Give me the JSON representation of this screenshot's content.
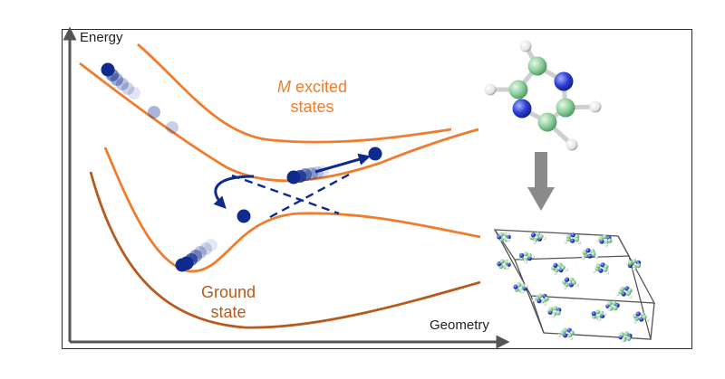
{
  "axes": {
    "y_label": "Energy",
    "x_label": "Geometry"
  },
  "labels": {
    "excited_italic": "M",
    "excited_line1_rest": " excited",
    "excited_line2": "states",
    "ground_line1": "Ground",
    "ground_line2": "state"
  },
  "colors": {
    "excited_curve": "#ef7d2d",
    "ground_curve": "#b85a1d",
    "trajectory": "#0e2a8c",
    "axis": "#555555",
    "arrow": "#8a8a8a",
    "carbon": "#8fd19e",
    "nitrogen": "#2d3fd6",
    "hydrogen": "#f0f0f0"
  },
  "icons": {
    "molecule": "pyrazine-molecule-icon",
    "crystal": "molecular-crystal-icon",
    "down_arrow": "down-arrow-icon"
  }
}
